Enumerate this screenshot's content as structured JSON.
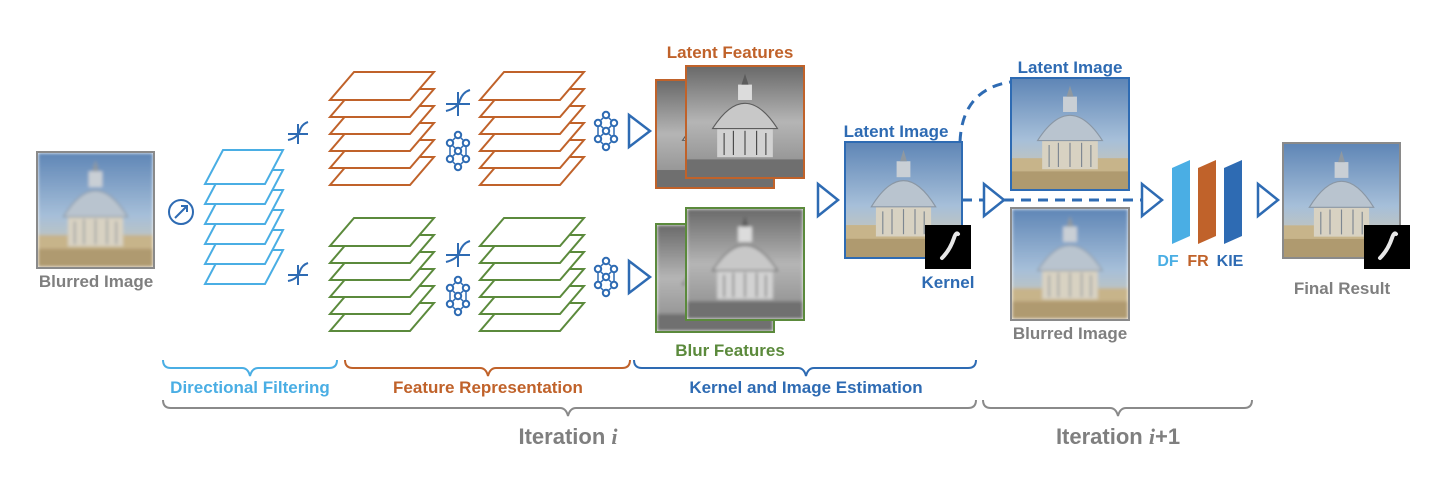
{
  "labels": {
    "blurred_image_in": "Blurred Image",
    "latent_features": "Latent Features",
    "blur_features": "Blur Features",
    "latent_image_mid": "Latent Image",
    "kernel": "Kernel",
    "latent_image_next": "Latent Image",
    "blurred_image_next": "Blurred Image",
    "final_result": "Final Result",
    "legend_df": "DF",
    "legend_fr": "FR",
    "legend_kie": "KIE"
  },
  "stages": {
    "directional_filtering": "Directional Filtering",
    "feature_representation": "Feature Representation",
    "kernel_image_estimation": "Kernel and Image Estimation"
  },
  "iterations": {
    "iter_i_text": "Iteration ",
    "iter_i_sym": "i",
    "iter_next_text": "Iteration ",
    "iter_next_sym": "i",
    "iter_next_suffix": "+1"
  },
  "colors": {
    "df_blue": "#4aaee4",
    "fr_orange": "#c0622a",
    "fr_green": "#5b8a3c",
    "kie_blue": "#2e6bb3",
    "gray": "#7f7f7f"
  },
  "icons": {
    "direction": "directional-filter-icon",
    "activation": "activation-function-icon",
    "network": "neural-network-icon",
    "arrow": "triangle-arrow-icon"
  }
}
